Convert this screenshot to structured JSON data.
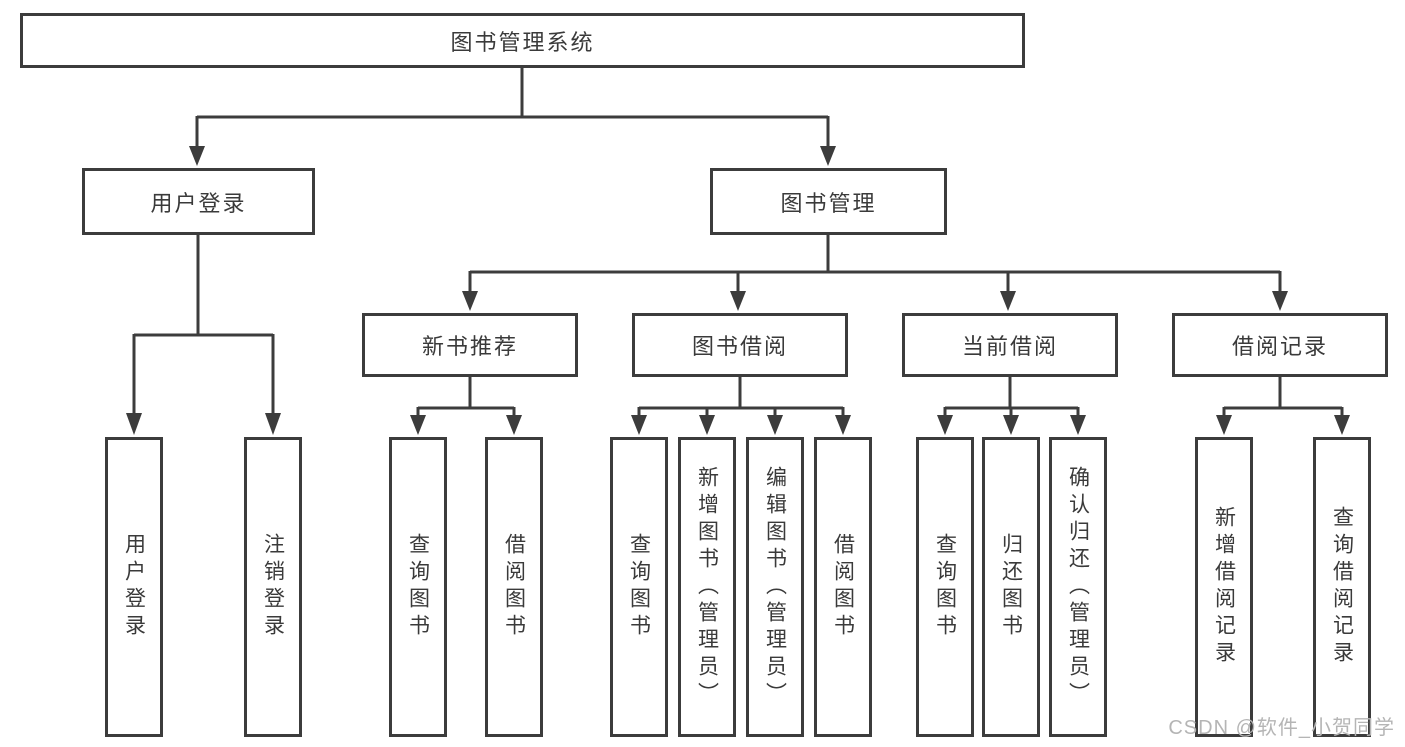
{
  "diagram": {
    "root": {
      "label": "图书管理系统"
    },
    "level2": [
      {
        "label": "用户登录"
      },
      {
        "label": "图书管理"
      }
    ],
    "level3": [
      {
        "label": "新书推荐"
      },
      {
        "label": "图书借阅"
      },
      {
        "label": "当前借阅"
      },
      {
        "label": "借阅记录"
      }
    ],
    "leaves": [
      {
        "label": "用户登录"
      },
      {
        "label": "注销登录"
      },
      {
        "label": "查询图书"
      },
      {
        "label": "借阅图书"
      },
      {
        "label": "查询图书"
      },
      {
        "label": "新增图书（管理员）"
      },
      {
        "label": "编辑图书（管理员）"
      },
      {
        "label": "借阅图书"
      },
      {
        "label": "查询图书"
      },
      {
        "label": "归还图书"
      },
      {
        "label": "确认归还（管理员）"
      },
      {
        "label": "新增借阅记录"
      },
      {
        "label": "查询借阅记录"
      }
    ]
  },
  "watermark": {
    "text": "CSDN @软件_小贺同学"
  },
  "colors": {
    "line": "#3c3c3c",
    "text": "#3a3a3a",
    "watermark": "#b5b5b5",
    "background": "#ffffff"
  }
}
